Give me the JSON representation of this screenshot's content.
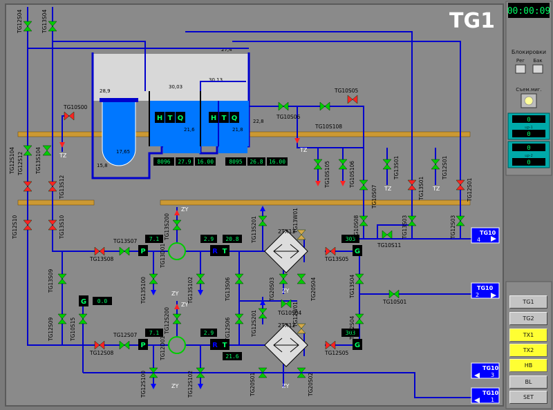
{
  "title": "TG1",
  "clock": "00:00:09",
  "side": {
    "block_label": "Блокировки",
    "block_reg": "Рег",
    "block_bak": "Бак",
    "signal_label": "Съем.миг.",
    "counter1_top": "0",
    "counter1_label": "цр-1",
    "counter1_bottom": "0",
    "counter2_top": "0",
    "counter2_label": "цр-2",
    "counter2_bottom": "0"
  },
  "nav_buttons": [
    {
      "label": "TG1",
      "style": "gray"
    },
    {
      "label": "TG2",
      "style": "gray"
    },
    {
      "label": "TX1",
      "style": "yellow"
    },
    {
      "label": "TX2",
      "style": "yellow"
    },
    {
      "label": "HB",
      "style": "yellow"
    },
    {
      "label": "BL",
      "style": "gray"
    },
    {
      "label": "SET",
      "style": "gray"
    }
  ],
  "links": {
    "tg10_4": {
      "name": "TG10",
      "num": "4"
    },
    "tg10_2": {
      "name": "TG10",
      "num": "2"
    },
    "tg10_3": {
      "name": "TG10",
      "num": "3"
    },
    "tg10_1": {
      "name": "TG10",
      "num": "1"
    }
  },
  "tank": {
    "temps": [
      "28,9",
      "30,03",
      "30,13",
      "27,4",
      "21,6",
      "21,8",
      "22,8",
      "17,65",
      "15,8"
    ],
    "htq": [
      "H",
      "T",
      "Q"
    ],
    "left_values": [
      "8096",
      "27.9",
      "16.00"
    ],
    "right_values": [
      "8095",
      "26.8",
      "16.00"
    ]
  },
  "loop13": {
    "p": "7.1",
    "flow": "2.9",
    "t": "20.8",
    "out": "303",
    "g": "0.0"
  },
  "loop12": {
    "p": "7.1",
    "flow": "2.9",
    "t": "21.6",
    "out": "303"
  },
  "blocks": {
    "P": "P",
    "T": "T",
    "G": "G",
    "R": "R"
  },
  "heat_exchangers": {
    "upper": "2TX13",
    "lower": "2TX12"
  },
  "markers": {
    "tz": "TZ",
    "zy": "ZY"
  },
  "valves": {
    "tg12s04": "TG12S04",
    "tg13s04": "TG13S04",
    "tg10s00": "TG10S00",
    "tg10s05": "TG10S05",
    "tg10s06": "TG10S06",
    "tg10s108": "TG10S108",
    "tg12s104": "TG12S104",
    "tg13s104": "TG13S104",
    "tg12s12": "TG12S12",
    "tg13s12": "TG13S12",
    "tg12s10": "TG12S10",
    "tg13s10": "TG13S10",
    "tg10s105": "TG10S105",
    "tg10s106": "TG10S106",
    "tg10s07": "TG10S07",
    "tg13s01": "TG13S01",
    "tg13s01b": "TG13S01",
    "tg12s01": "TG12S01",
    "tg12s01b": "TG12S01",
    "tg13s08": "TG13S08",
    "tg13s07": "TG13S07",
    "tg13s200": "TG13S200",
    "tg13d01": "TG13D01",
    "tg13s100": "TG13S100",
    "tg13s102": "TG13S102",
    "tg13s06": "TG13S06",
    "tg13s201": "TG13S201",
    "tg13w01": "TG13W01",
    "tg20s03": "TG20S03",
    "tg20s04": "TG20S04",
    "tg13s05": "TG13S05",
    "tg10s08": "TG10S08",
    "tg13s03": "TG13S03",
    "tg12s03": "TG12S03",
    "tg10s11": "TG10S11",
    "tg13s09": "TG13S09",
    "tg13s04b": "TG13S04",
    "tg10s01": "TG10S01",
    "tg12s09": "TG12S09",
    "tg10s15": "TG10S15",
    "tg12s04b": "TG12S04",
    "tg10s04": "TG10S04",
    "tg12s08": "TG12S08",
    "tg12s07": "TG12S07",
    "tg12s200": "TG12S200",
    "tg12d01": "TG12D01",
    "tg12s100": "TG12S100",
    "tg12s102": "TG12S102",
    "tg12s06": "TG12S06",
    "tg12s201": "TG12S201",
    "tg12w01": "TG12W01",
    "tg20s01": "TG20S01",
    "tg20s02": "TG20S02",
    "tg12s05": "TG12S05"
  },
  "colors": {
    "pipe": "#0000cc",
    "valve_open": "#00cc00",
    "valve_closed": "#ff2222",
    "beam": "#cc9933",
    "digital_bg": "#000000",
    "digital_fg": "#00ff66",
    "water": "#0077ff",
    "panel": "#8a8a8a"
  }
}
